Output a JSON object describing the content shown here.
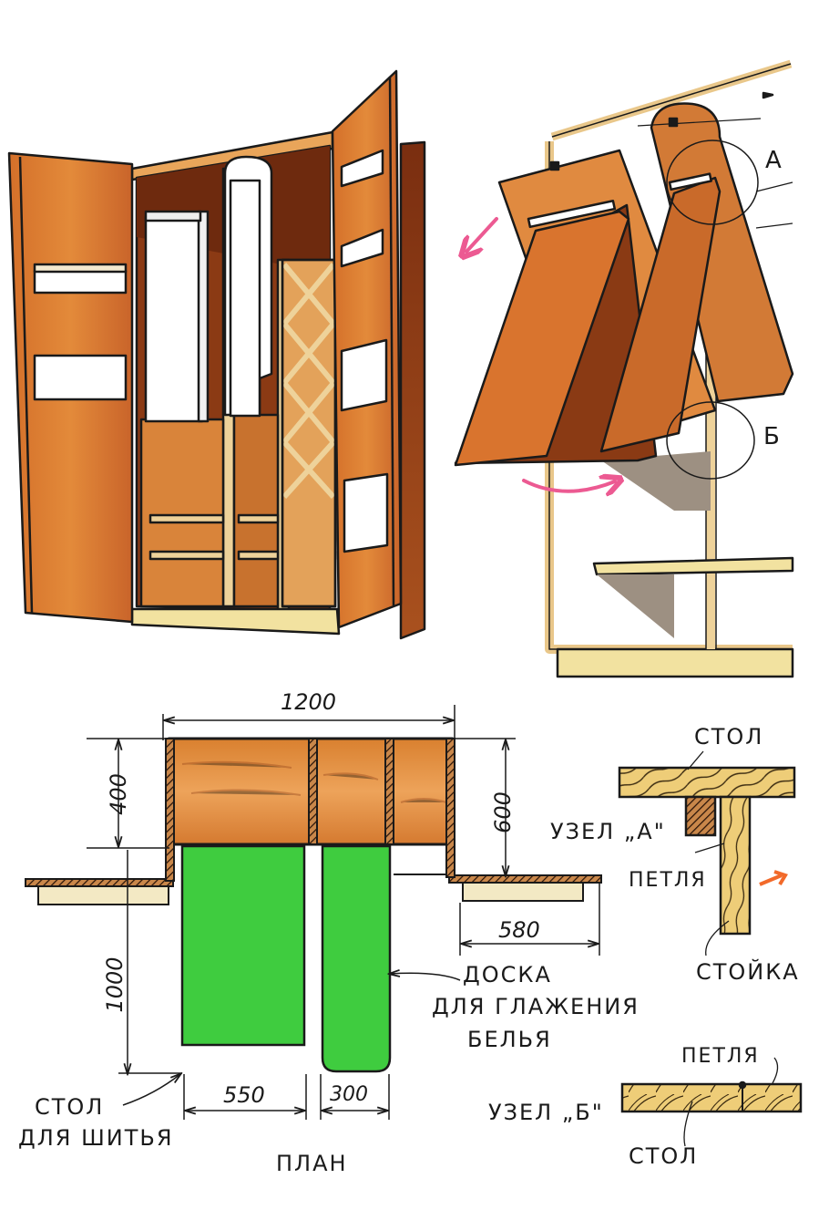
{
  "colors": {
    "wood": "#d97a2e",
    "wood_dark": "#8a3a12",
    "wood_light": "#e9a55a",
    "pale_wood": "#f2e2a0",
    "green_board": "#3fcc3f",
    "pink_arrow": "#ec5a92",
    "orange_arrow": "#f26a2a",
    "ink": "#1a1a1a"
  },
  "figures": {
    "cabinet_view": {
      "description": "Open wall cabinet with two doors, shelves, lattice rack and fold-down boards"
    },
    "mechanism_view": {
      "description": "Fold-down boards mechanism",
      "callouts": [
        {
          "id": "A",
          "label": "А"
        },
        {
          "id": "B",
          "label": "Б"
        }
      ]
    },
    "plan": {
      "title": "ПЛАН",
      "dimensions": {
        "width_total": "1200",
        "depth_left": "400",
        "depth_right": "600",
        "board_length": "1000",
        "side_extension": "580",
        "sewing_table_width": "550",
        "ironing_board_width": "300"
      },
      "labels": {
        "sewing_table_line1": "СТОЛ",
        "sewing_table_line2": "ДЛЯ ШИТЬЯ",
        "ironing_board_line1": "ДОСКА",
        "ironing_board_line2": "ДЛЯ ГЛАЖЕНИЯ",
        "ironing_board_line3": "БЕЛЬЯ"
      }
    },
    "node_a": {
      "title": "УЗЕЛ „А\"",
      "labels": {
        "table": "СТОЛ",
        "hinge": "ПЕТЛЯ",
        "post": "СТОЙКА"
      }
    },
    "node_b": {
      "title": "УЗЕЛ „Б\"",
      "labels": {
        "hinge": "ПЕТЛЯ",
        "table": "СТОЛ"
      }
    }
  }
}
